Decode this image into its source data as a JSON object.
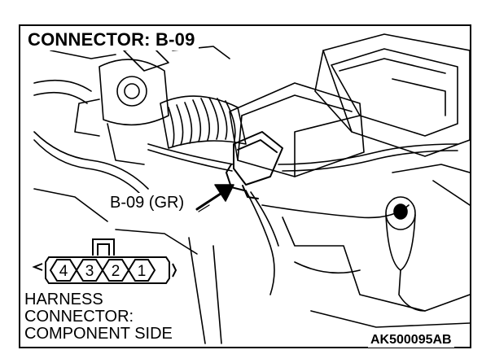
{
  "title": "CONNECTOR: B-09",
  "callout_label": "B-09 (GR)",
  "connector_pins": [
    "4",
    "3",
    "2",
    "1"
  ],
  "harness_text": [
    "HARNESS",
    "CONNECTOR:",
    "COMPONENT SIDE"
  ],
  "figure_code": "AK500095AB",
  "colors": {
    "line": "#000000",
    "background": "#ffffff"
  }
}
